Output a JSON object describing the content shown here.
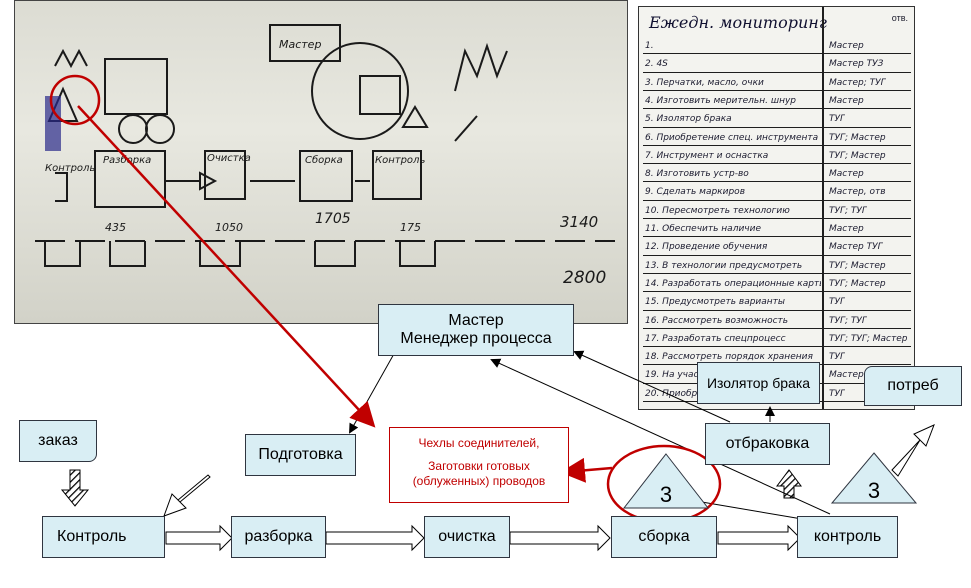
{
  "photo_left": {
    "labels": [
      "Мастер",
      "Контроль",
      "Разборка",
      "Очистка",
      "Сборка",
      "Контроль"
    ],
    "numbers": [
      "435",
      "1050",
      "1705",
      "175",
      "3140",
      "2800"
    ]
  },
  "photo_right": {
    "title": "Ежедн. мониторинг",
    "col_label": "отв.",
    "list_items": [
      "1.",
      "2. 4S",
      "3. Перчатки, масло, очки",
      "4. Изготовить мерительн. шнур",
      "5. Изолятор брака",
      "6. Приобретение спец. инструмента",
      "7. Инструмент и оснастка",
      "8. Изготовить устр-во",
      "9. Сделать маркиров",
      "10. Пересмотреть технологию",
      "11. Обеспечить наличие",
      "12. Проведение обучения",
      "13. В технологии предусмотреть",
      "14. Разработать операционные карты",
      "15. Предусмотреть варианты",
      "16. Рассмотреть возможность",
      "17. Разработать спецпроцесс",
      "18. Рассмотреть порядок хранения",
      "19. На участке",
      "20. Приобрести"
    ],
    "responsible": [
      "Мастер",
      "Мастер ТУЗ",
      "Мастер; ТУГ",
      "Мастер",
      "ТУГ",
      "ТУГ; Мастер",
      "ТУГ; Мастер",
      "Мастер",
      "Мастер, отв",
      "ТУГ; ТУГ",
      "Мастер",
      "Мастер ТУГ",
      "ТУГ; Мастер",
      "ТУГ; Мастер",
      "ТУГ",
      "ТУГ; ТУГ",
      "ТУГ; ТУГ; Мастер",
      "ТУГ",
      "Мастер",
      "ТУГ"
    ]
  },
  "diagram": {
    "master_line1": "Мастер",
    "master_line2": "Менеджер процесса",
    "podgotovka": "Подготовка",
    "zakaz": "заказ",
    "kontrol_left": "Контроль",
    "razborka": "разборка",
    "ochistka": "очистка",
    "sborka": "сборка",
    "kontrol_right": "контроль",
    "otbrakovka": "отбраковка",
    "izolyator": "Изолятор брака",
    "potreb": "потреб",
    "inventory_center": "3",
    "inventory_right": "3",
    "red_note_line1": "Чехлы соединителей,",
    "red_note_line2": "Заготовки готовых",
    "red_note_line3": "(облуженных) проводов",
    "colors": {
      "box_fill": "#d9eef4",
      "red": "#c00000",
      "stroke": "#000000"
    }
  }
}
